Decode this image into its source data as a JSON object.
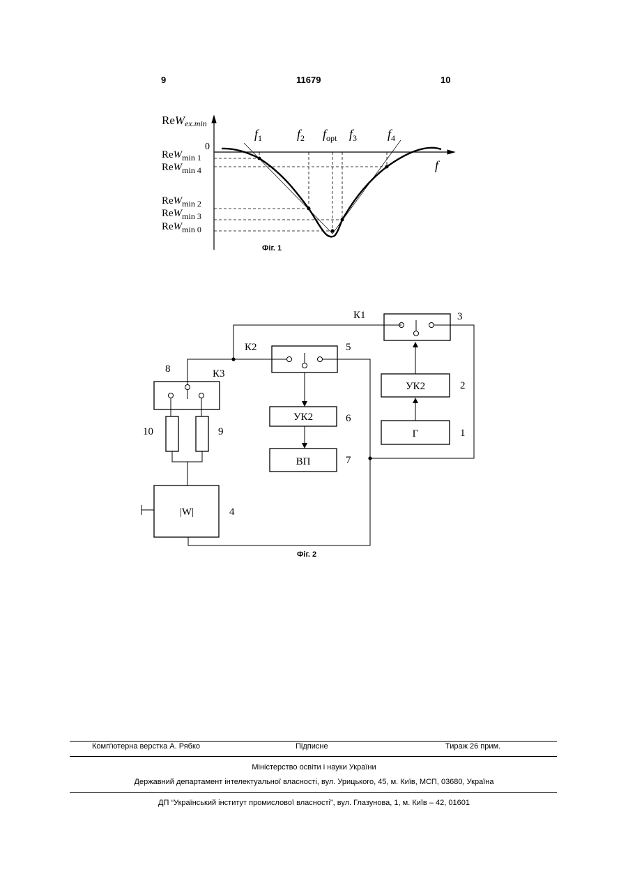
{
  "header": {
    "page_left": "9",
    "doc_number": "11679",
    "page_right": "10"
  },
  "fig1": {
    "caption": "Фіг. 1",
    "y_axis_label": {
      "re": "Re",
      "w": "W",
      "sub": "ex.min"
    },
    "x_axis_label": "f",
    "zero_label": "0",
    "y_labels": [
      {
        "re": "Re",
        "w": "W",
        "sub": "min 1"
      },
      {
        "re": "Re",
        "w": "W",
        "sub": "min 4"
      },
      {
        "re": "Re",
        "w": "W",
        "sub": "min 2"
      },
      {
        "re": "Re",
        "w": "W",
        "sub": "min 3"
      },
      {
        "re": "Re",
        "w": "W",
        "sub": "min 0"
      }
    ],
    "x_labels": [
      {
        "f": "f",
        "sub": "1"
      },
      {
        "f": "f",
        "sub": "2"
      },
      {
        "f": "f",
        "sub": "opt"
      },
      {
        "f": "f",
        "sub": "3"
      },
      {
        "f": "f",
        "sub": "4"
      }
    ]
  },
  "fig2": {
    "caption": "Фіг. 2",
    "blocks": {
      "generator": "Г",
      "amp_2": "УК2",
      "amp_6": "УК2",
      "vp": "ВП",
      "w": "|W|"
    },
    "switch_labels": {
      "k1": "К1",
      "k2": "К2",
      "k3": "К3"
    },
    "numbers": [
      "1",
      "2",
      "3",
      "4",
      "5",
      "6",
      "7",
      "8",
      "9",
      "10"
    ]
  },
  "footer": {
    "layout": "Комп'ютерна верстка А. Рябко",
    "signed": "Підписне",
    "circulation": "Тираж 26 прим.",
    "ministry": "Міністерство освіти і науки України",
    "department": "Державний департамент інтелектуальної власності, вул. Урицького, 45, м. Київ, МСП, 03680, Україна",
    "institute": "ДП “Український інститут промислової власності”, вул. Глазунова, 1, м. Київ – 42, 01601"
  }
}
